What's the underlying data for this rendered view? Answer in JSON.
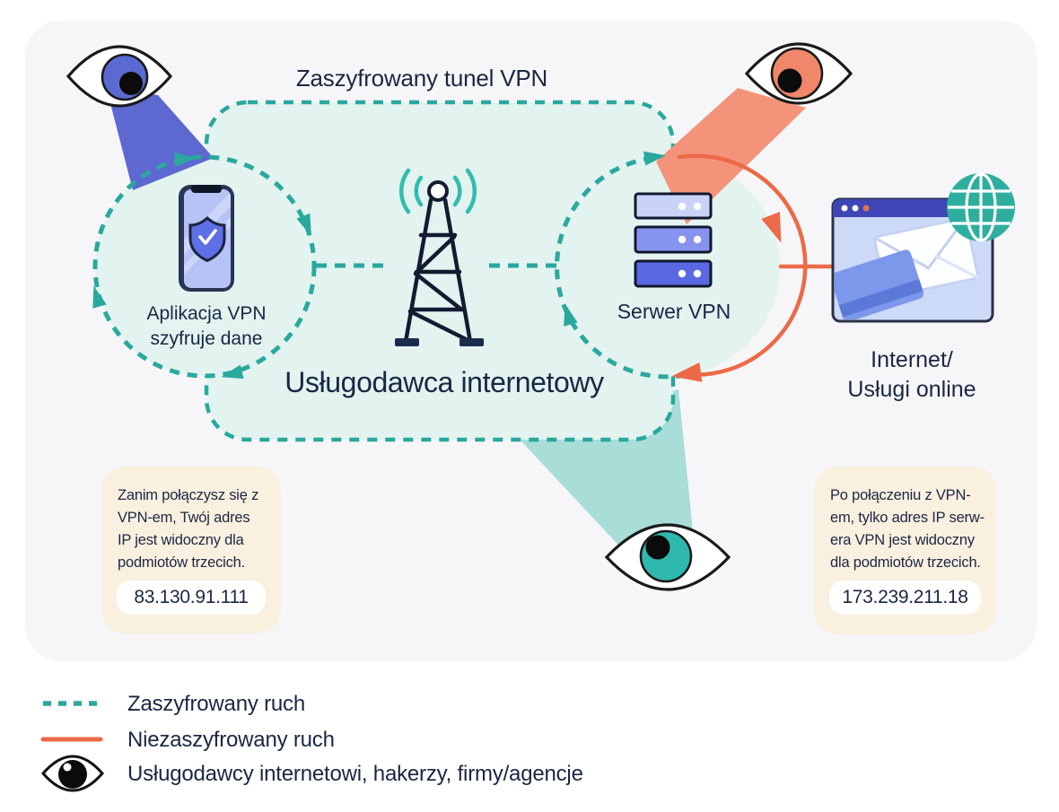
{
  "diagram": {
    "title": "Zaszyfrowany tunel VPN",
    "phone_label_line1": "Aplikacja VPN",
    "phone_label_line2": "szyfruje dane",
    "isp_label": "Usługodawca internetowy",
    "server_label": "Serwer VPN",
    "internet_label_line1": "Internet/",
    "internet_label_line2": "Usługi online"
  },
  "callouts": {
    "before": {
      "lines": [
        "Zanim połączysz się z",
        "VPN-em, Twój adres",
        "IP jest widoczny dla",
        "podmiotów trzecich."
      ],
      "ip": "83.130.91.111"
    },
    "after": {
      "lines": [
        "Po połączeniu z VPN-",
        "em, tylko adres IP serw-",
        "era VPN jest widoczny",
        "dla podmiotów trzecich."
      ],
      "ip": "173.239.211.18"
    }
  },
  "legend": {
    "items": [
      {
        "icon": "dashed-teal-line",
        "label": "Zaszyfrowany ruch"
      },
      {
        "icon": "solid-orange-line",
        "label": "Niezaszyfrowany ruch"
      },
      {
        "icon": "eye-icon",
        "label": "Usługodawcy internetowi, hakerzy, firmy/agencje"
      }
    ]
  },
  "colors": {
    "teal_dash": "#2aa89e",
    "teal_bright": "#30bdb0",
    "teal_iris": "#2fb9ae",
    "teal_beam": "#a9ddd7",
    "orange": "#ec6a48",
    "salmon_beam": "#f4937a",
    "salmon_iris": "#f0876a",
    "purple_beam": "#5d68d0",
    "purple_iris": "#5a6ad1",
    "mint_fill": "#e2f3f0",
    "card_bg": "#f6f6f8",
    "beige": "#faf0e0",
    "ink": "#1a2742",
    "indigo_browser_bar": "#3e46b5",
    "server_row1": "#c9d3f8",
    "server_row2": "#8694f0",
    "server_row3": "#5a68e2"
  }
}
